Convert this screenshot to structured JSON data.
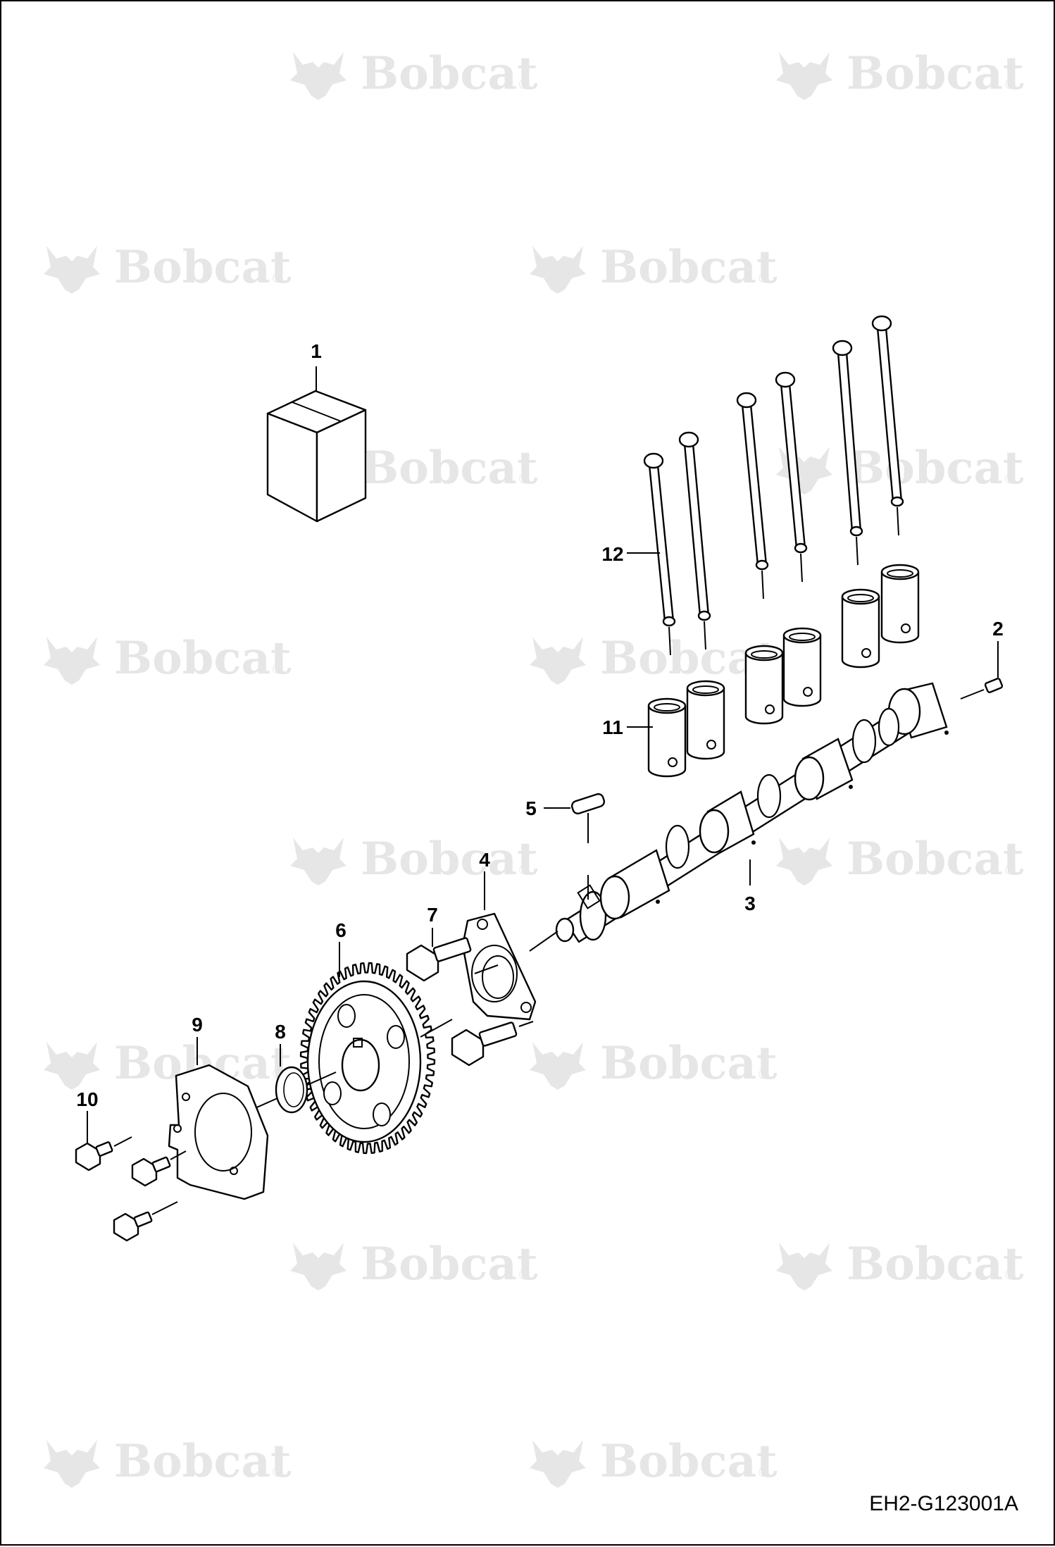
{
  "watermark": {
    "brand": "Bobcat",
    "mark": "®",
    "color": "#e6e6e6"
  },
  "callouts": [
    "1",
    "2",
    "3",
    "4",
    "5",
    "6",
    "7",
    "8",
    "9",
    "10",
    "11",
    "12"
  ],
  "drawing_ref": "EH2-G123001A",
  "icons": {
    "watermark_logo": "bobcat-head-logo-icon"
  }
}
